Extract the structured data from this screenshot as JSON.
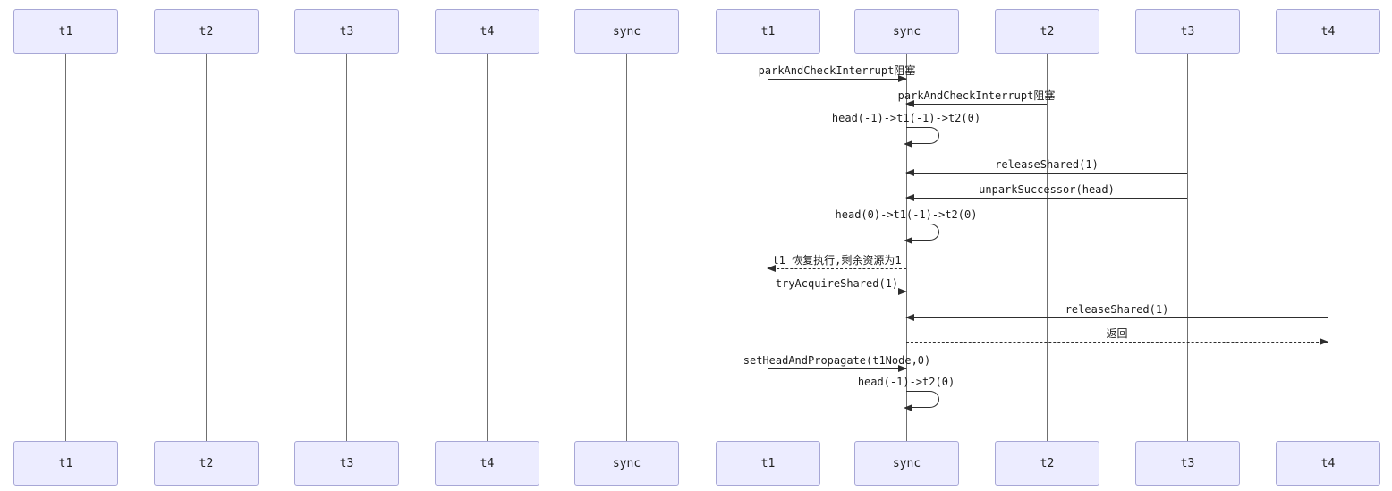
{
  "diagram": {
    "type": "sequence",
    "colors": {
      "actor_fill": "#ECECFF",
      "actor_border": "#a7a7d6",
      "line": "#2e2e2e",
      "lifeline": "#6f6f6f"
    },
    "actors": [
      {
        "id": "t1-a",
        "label": "t1"
      },
      {
        "id": "t2-a",
        "label": "t2"
      },
      {
        "id": "t3-a",
        "label": "t3"
      },
      {
        "id": "t4-a",
        "label": "t4"
      },
      {
        "id": "sync-a",
        "label": "sync"
      },
      {
        "id": "t1-b",
        "label": "t1"
      },
      {
        "id": "sync-b",
        "label": "sync"
      },
      {
        "id": "t2-b",
        "label": "t2"
      },
      {
        "id": "t3-b",
        "label": "t3"
      },
      {
        "id": "t4-b",
        "label": "t4"
      }
    ],
    "messages": [
      {
        "from": "t1",
        "to": "sync",
        "type": "solid",
        "label": "parkAndCheckInterrupt阻塞"
      },
      {
        "from": "t2",
        "to": "sync",
        "type": "solid",
        "label": "parkAndCheckInterrupt阻塞"
      },
      {
        "actor": "sync",
        "type": "self",
        "label": "head(-1)->t1(-1)->t2(0)"
      },
      {
        "from": "t3",
        "to": "sync",
        "type": "solid",
        "label": "releaseShared(1)"
      },
      {
        "from": "t3",
        "to": "sync",
        "type": "solid",
        "label": "unparkSuccessor(head)"
      },
      {
        "actor": "sync",
        "type": "self",
        "label": "head(0)->t1(-1)->t2(0)"
      },
      {
        "from": "sync",
        "to": "t1",
        "type": "dashed",
        "label": "t1 恢复执行,剩余资源为1"
      },
      {
        "from": "t1",
        "to": "sync",
        "type": "solid",
        "label": "tryAcquireShared(1)"
      },
      {
        "from": "t4",
        "to": "sync",
        "type": "solid",
        "label": "releaseShared(1)"
      },
      {
        "from": "sync",
        "to": "t4",
        "type": "dashed",
        "label": "返回"
      },
      {
        "from": "t1",
        "to": "sync",
        "type": "solid",
        "label": "setHeadAndPropagate(t1Node,0)"
      },
      {
        "actor": "sync",
        "type": "self",
        "label": "head(-1)->t2(0)"
      }
    ]
  }
}
